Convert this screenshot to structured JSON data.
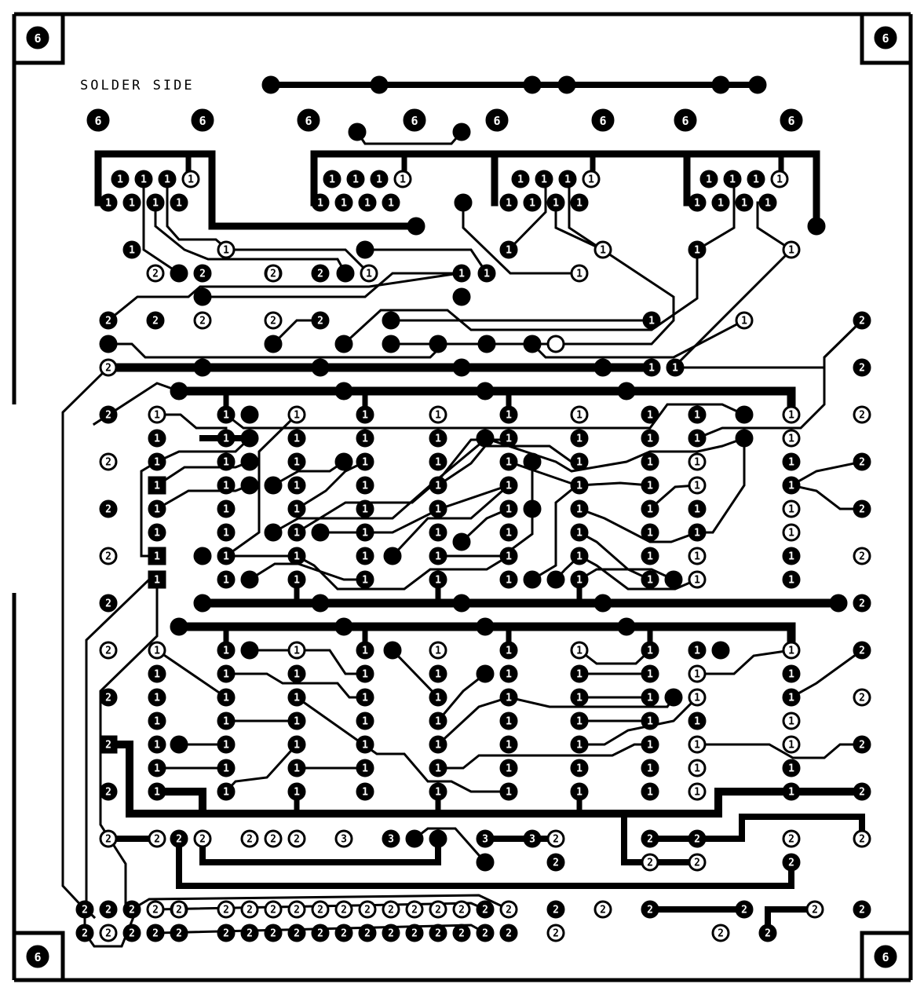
{
  "board": {
    "title": "SOLDER SIDE",
    "copper_color": "#000000",
    "substrate_color": "#ffffff"
  },
  "mount_holes": {
    "label": "6"
  },
  "pad_labels": {
    "one": "1",
    "two": "2",
    "three": "3",
    "six": "6"
  }
}
